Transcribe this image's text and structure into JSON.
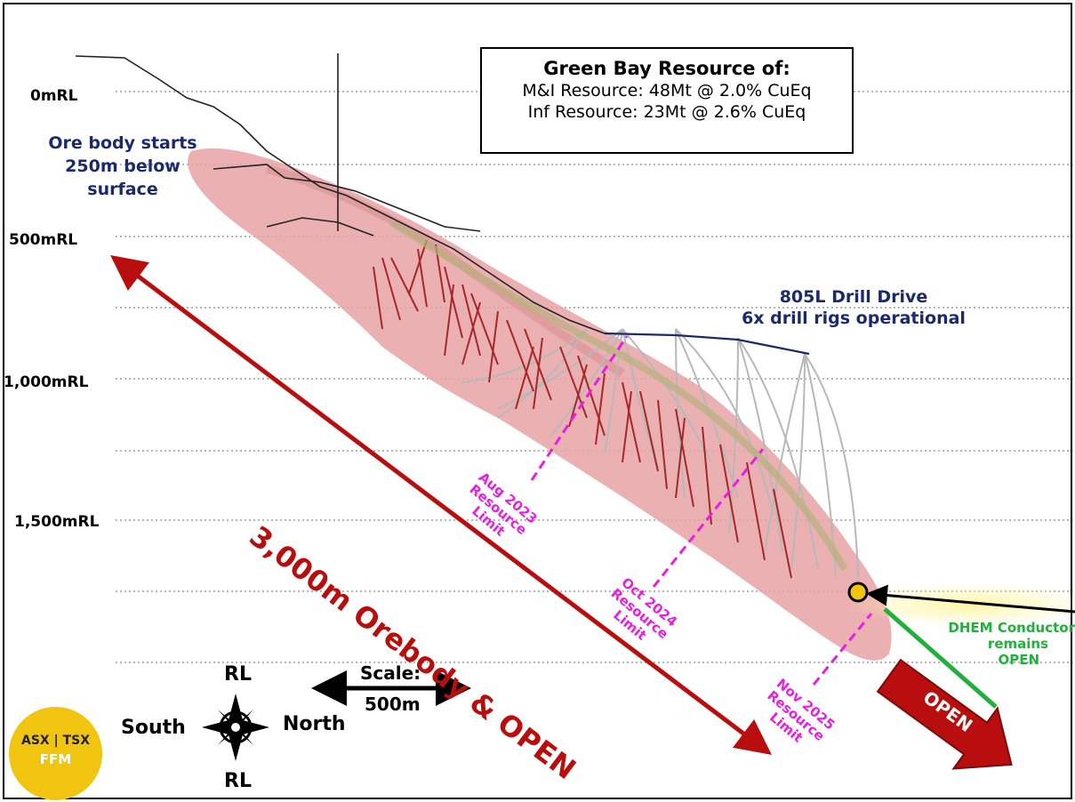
{
  "levels": [
    {
      "label": "0mRL"
    },
    {
      "label": "500mRL"
    },
    {
      "label": "1,000mRL"
    },
    {
      "label": "1,500mRL"
    }
  ],
  "resource_box": {
    "title": "Green Bay Resource of:",
    "line1": "M&I Resource: 48Mt @ 2.0% CuEq",
    "line2": "Inf Resource: 23Mt @ 2.6% CuEq"
  },
  "ore_body_note": [
    "Ore body starts",
    "250m below",
    "surface"
  ],
  "drill_drive": {
    "line1": "805L Drill Drive",
    "line2": "6x drill rigs operational"
  },
  "orebody_length": "3,000m Orebody & OPEN",
  "resource_limits": [
    {
      "lines": [
        "Aug 2023",
        "Resource",
        "Limit"
      ]
    },
    {
      "lines": [
        "Oct 2024",
        "Resource",
        "Limit"
      ]
    },
    {
      "lines": [
        "Nov 2025",
        "Resource",
        "Limit"
      ]
    }
  ],
  "dhem": [
    "DHEM Conductor",
    "remains",
    "OPEN"
  ],
  "open_arrow": "OPEN",
  "compass": {
    "top": "RL",
    "bottom": "RL",
    "left": "South",
    "right": "North"
  },
  "scale": {
    "line1": "Scale:",
    "line2": "500m"
  },
  "badge": {
    "line1": "ASX | TSX",
    "line2": "FFM"
  },
  "colors": {
    "orebody": "#e8a3a5",
    "drillholes_red": "#a01818",
    "drillholes_gray": "#b8b8b8",
    "length_arrow": "#b80e0e",
    "limit_line": "#e81ee0",
    "dhem_green": "#22b03c",
    "navy_text": "#1a2a6c",
    "badge": "#f1c40f"
  }
}
